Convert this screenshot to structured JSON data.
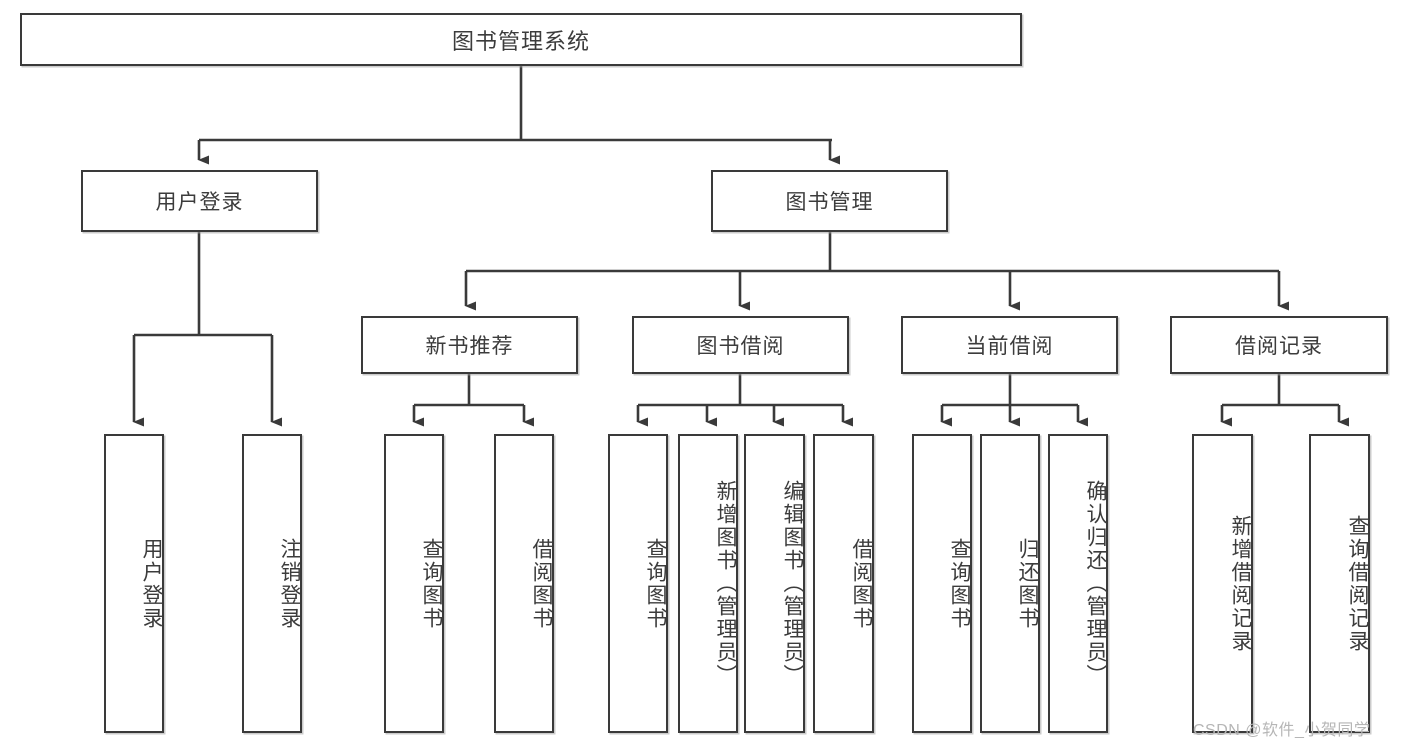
{
  "diagram": {
    "title": "图书管理系统",
    "type": "hierarchy-tree",
    "root": {
      "id": "root",
      "label": "图书管理系统"
    },
    "level1": [
      {
        "id": "user-login",
        "label": "用户登录"
      },
      {
        "id": "book-management",
        "label": "图书管理"
      }
    ],
    "level2": [
      {
        "id": "new-book-recommend",
        "label": "新书推荐",
        "parent": "book-management"
      },
      {
        "id": "book-borrow",
        "label": "图书借阅",
        "parent": "book-management"
      },
      {
        "id": "current-borrow",
        "label": "当前借阅",
        "parent": "book-management"
      },
      {
        "id": "borrow-record",
        "label": "借阅记录",
        "parent": "book-management"
      }
    ],
    "leaves": {
      "user_login": [
        {
          "id": "leaf-user-login",
          "label": "用户登录"
        },
        {
          "id": "leaf-logout",
          "label": "注销登录"
        }
      ],
      "new_book_recommend": [
        {
          "id": "leaf-query-book-1",
          "label": "查询图书"
        },
        {
          "id": "leaf-borrow-book-1",
          "label": "借阅图书"
        }
      ],
      "book_borrow": [
        {
          "id": "leaf-query-book-2",
          "label": "查询图书"
        },
        {
          "id": "leaf-add-book",
          "label": "新增图书（管理员）"
        },
        {
          "id": "leaf-edit-book",
          "label": "编辑图书（管理员）"
        },
        {
          "id": "leaf-borrow-book-2",
          "label": "借阅图书"
        }
      ],
      "current_borrow": [
        {
          "id": "leaf-query-book-3",
          "label": "查询图书"
        },
        {
          "id": "leaf-return-book",
          "label": "归还图书"
        },
        {
          "id": "leaf-confirm-return",
          "label": "确认归还（管理员）"
        }
      ],
      "borrow_record": [
        {
          "id": "leaf-add-record",
          "label": "新增借阅记录"
        },
        {
          "id": "leaf-query-record",
          "label": "查询借阅记录"
        }
      ]
    }
  },
  "watermark": {
    "text": "CSDN @软件_小贺同学"
  },
  "colors": {
    "border": "#3a3a3a",
    "text": "#3c3c3c",
    "background": "#ffffff",
    "watermark": "#b6b6b6"
  }
}
